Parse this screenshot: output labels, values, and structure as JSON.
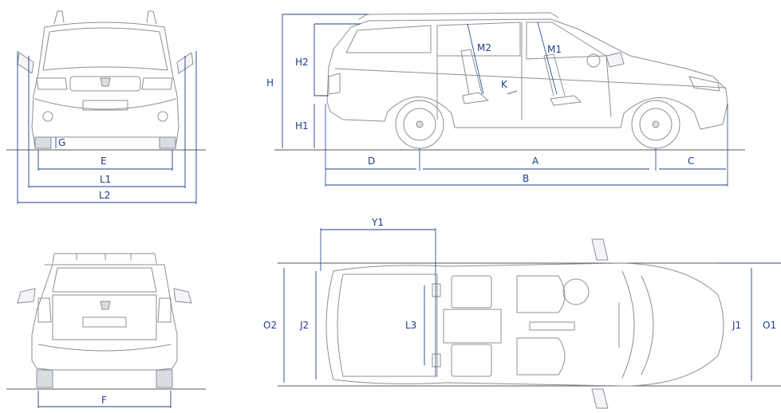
{
  "colors": {
    "dimension": "#1f3d8a",
    "outline": "#8b8f96",
    "ground": "#555a61",
    "background": "#ffffff"
  },
  "labels": {
    "front": {
      "g": "G",
      "e": "E",
      "l1": "L1",
      "l2": "L2"
    },
    "rear": {
      "f": "F"
    },
    "side": {
      "h": "H",
      "h1": "H1",
      "h2": "H2",
      "m1": "M1",
      "m2": "M2",
      "k": "K",
      "a": "A",
      "b": "B",
      "c": "C",
      "d": "D"
    },
    "top": {
      "y1": "Y1",
      "o1": "O1",
      "o2": "O2",
      "j1": "J1",
      "j2": "J2",
      "l3": "L3"
    }
  }
}
